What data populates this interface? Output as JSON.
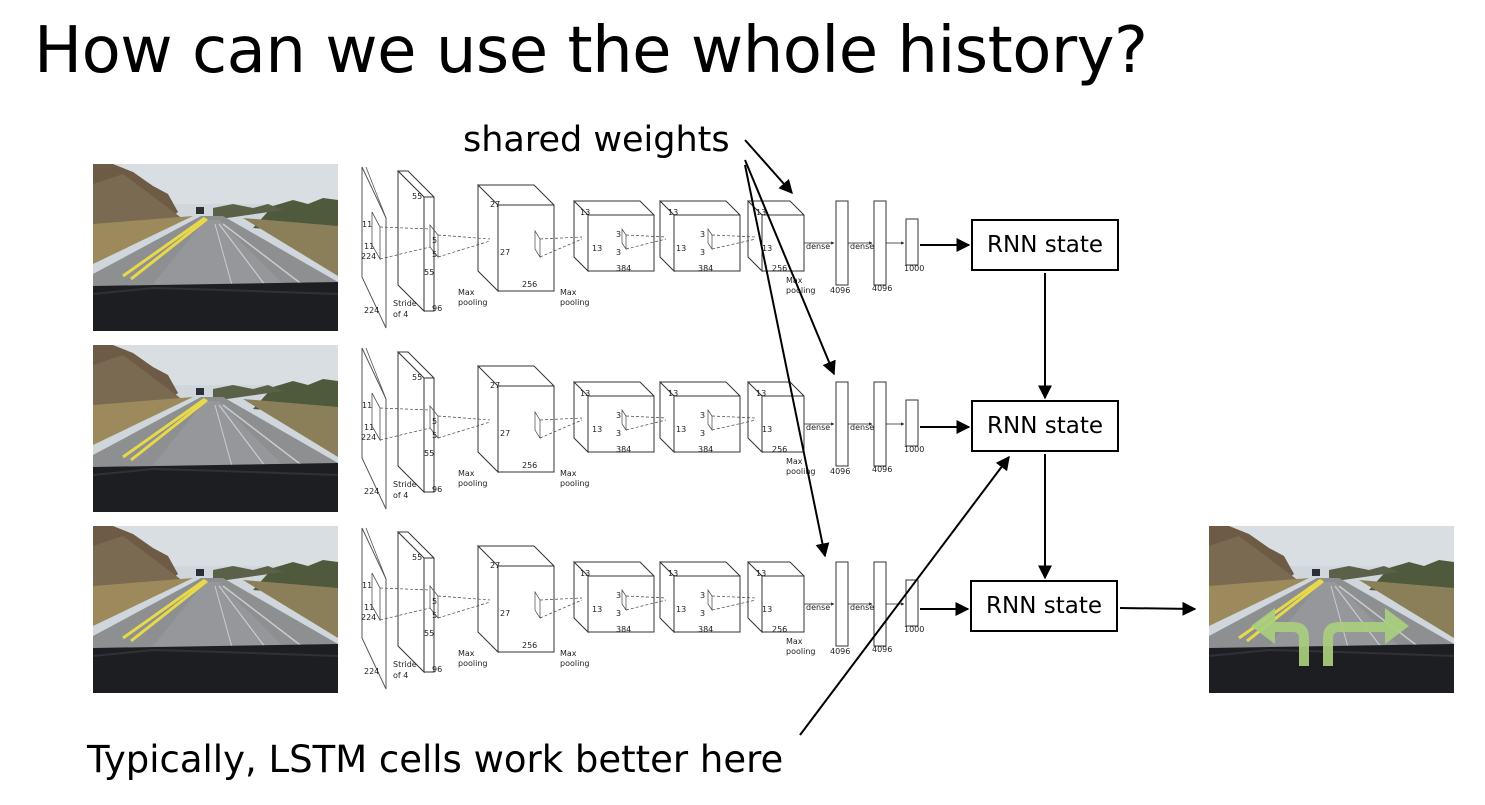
{
  "title": "How can we use the whole history?",
  "callouts": {
    "shared_weights": "shared weights",
    "lstm_note": "Typically, LSTM cells work better here"
  },
  "rnn_states": [
    "RNN state",
    "RNN state",
    "RNN state"
  ],
  "cnn_labels": {
    "input_11": "11",
    "input_224": "224",
    "conv1_55": "55",
    "conv1_5": "5",
    "conv1_96": "96",
    "stride": "Stride",
    "stride_of": "of 4",
    "conv2_27": "27",
    "conv2_256": "256",
    "conv3_13": "13",
    "conv3_3": "3",
    "conv3_384": "384",
    "conv5_256": "256",
    "max": "Max",
    "pooling": "pooling",
    "dense": "dense",
    "fc_4096": "4096",
    "out_1000": "1000"
  },
  "icons": {
    "road_frame": "road-photo",
    "output": "road-photo-with-turn-arrows"
  },
  "colors": {
    "arrow_overlay": "#a9cf7e",
    "lane_yellow": "#e8d94a"
  }
}
